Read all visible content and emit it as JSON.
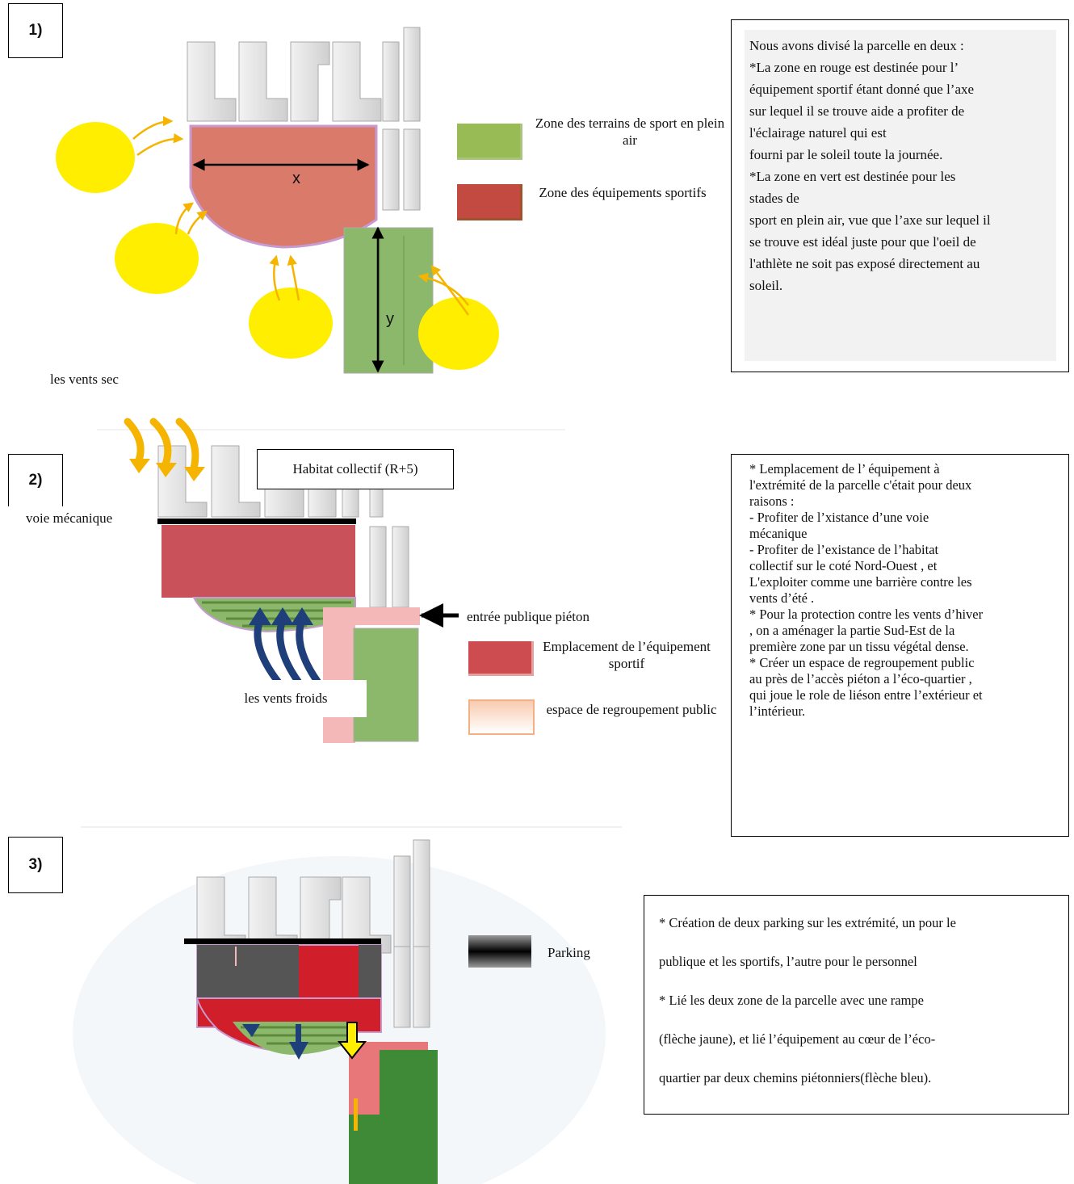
{
  "section1": {
    "number": "1)",
    "label_x": "x",
    "label_y": "y",
    "legend_green": "Zone  des terrains de sport en plein air",
    "legend_red": "Zone des équipements sportifs",
    "caption_wind": "les vents sec",
    "text_lines": [
      "Nous avons divisé la parcelle en deux :",
      "*La zone en rouge est destinée pour l’",
      "équipement  sportif étant donné que l’axe",
      "sur lequel il se trouve aide  a profiter de",
      "l'éclairage naturel qui est",
      "fourni par le soleil toute la journée.",
      "*La zone en vert est destinée pour les",
      "stades de",
      "sport en plein air, vue que l’axe sur lequel il",
      "se trouve est idéal juste pour que l'oeil de",
      "l'athlète ne soit pas exposé directement au",
      "soleil."
    ],
    "colors": {
      "red_zone": "#d97a6a",
      "green_zone": "#8bb86a",
      "sun": "#ffee00",
      "sun_arrow": "#f5b400"
    }
  },
  "section2": {
    "number": "2)",
    "label_habitat": "Habitat collectif (R+5)",
    "label_voie": "voie mécanique",
    "label_entree": "entrée publique piéton",
    "label_vents_froids": "les vents froids",
    "legend_red": "Emplacement de l’équipement sportif",
    "legend_pink": "espace de regroupement public",
    "text_lines": [
      "* Lemplacement de l’ équipement à",
      "l'extrémité de la parcelle c'était pour deux",
      "raisons :",
      "- Profiter de l’xistance d’une  voie",
      "mécanique",
      "- Profiter de l’existance de l’habitat",
      "collectif sur le coté Nord-Ouest , et",
      "L'exploiter comme une barrière contre les",
      "vents d’été .",
      "* Pour la protection contre les vents d’hiver",
      ", on a aménager la partie Sud-Est de la",
      "première zone par  un tissu végétal dense.",
      "* Créer un espace de regroupement public",
      "au près de l’accès piéton a l’éco-quartier ,",
      "qui joue le role de liéson entre l’extérieur et",
      "l’intérieur."
    ],
    "colors": {
      "red_zone": "#c9525a",
      "pink_zone": "#f4b8b8",
      "cold_wind": "#1f3f7a",
      "hot_wind": "#f5b400"
    }
  },
  "section3": {
    "number": "3)",
    "legend_parking": "Parking",
    "text_lines": [
      "* Création de deux parking sur les extrémité, un pour le",
      "publique et les sportifs, l’autre pour le personnel",
      "* Lié les deux zone de la parcelle avec une rampe",
      "(flèche jaune), et lié l’équipement au cœur de l’éco-",
      "quartier par deux chemins piétonniers(flèche bleu)."
    ],
    "colors": {
      "red_zone": "#d01f2a",
      "parking": "#555555",
      "ramp_arrow": "#ffee00",
      "path_arrow": "#1f3f7a"
    }
  }
}
